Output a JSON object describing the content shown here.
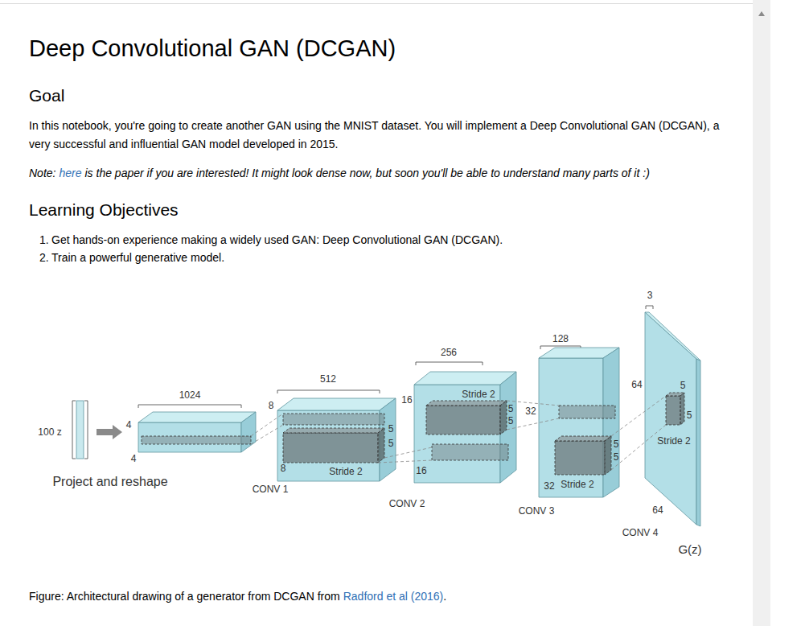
{
  "diagram": {
    "title": "Deep Convolutional GAN (DCGAN)",
    "labels": [
      "Goal",
      "In this notebook, you're going to create another GAN using the MNIST dataset. You will implement a Deep Convolutional GAN (DCGAN), a very successful and influential GAN model developed in 2015.",
      "Note:",
      "here",
      "is the paper if you are interested! It might look dense now, but soon you'll be able to understand many parts of it :)",
      "Learning Objectives",
      "1.",
      "Get hands-on experience making a widely used GAN: Deep Convolutional GAN (DCGAN).",
      "2.",
      "Train a powerful generative model.",
      "100 z",
      "4",
      "4",
      "1024",
      "Project and reshape",
      "8",
      "8",
      "512",
      "5",
      "5",
      "Stride 2",
      "CONV 1",
      "16",
      "16",
      "256",
      "Stride 2",
      "5",
      "5",
      "CONV 2",
      "32",
      "32",
      "128",
      "5",
      "5",
      "Stride 2",
      "CONV 3",
      "3",
      "64",
      "64",
      "5",
      "5",
      "Stride 2",
      "CONV 4",
      "G(z)",
      "Figure: Architectural drawing of a generator from DCGAN from",
      "Radford et al (2016)",
      "."
    ]
  }
}
